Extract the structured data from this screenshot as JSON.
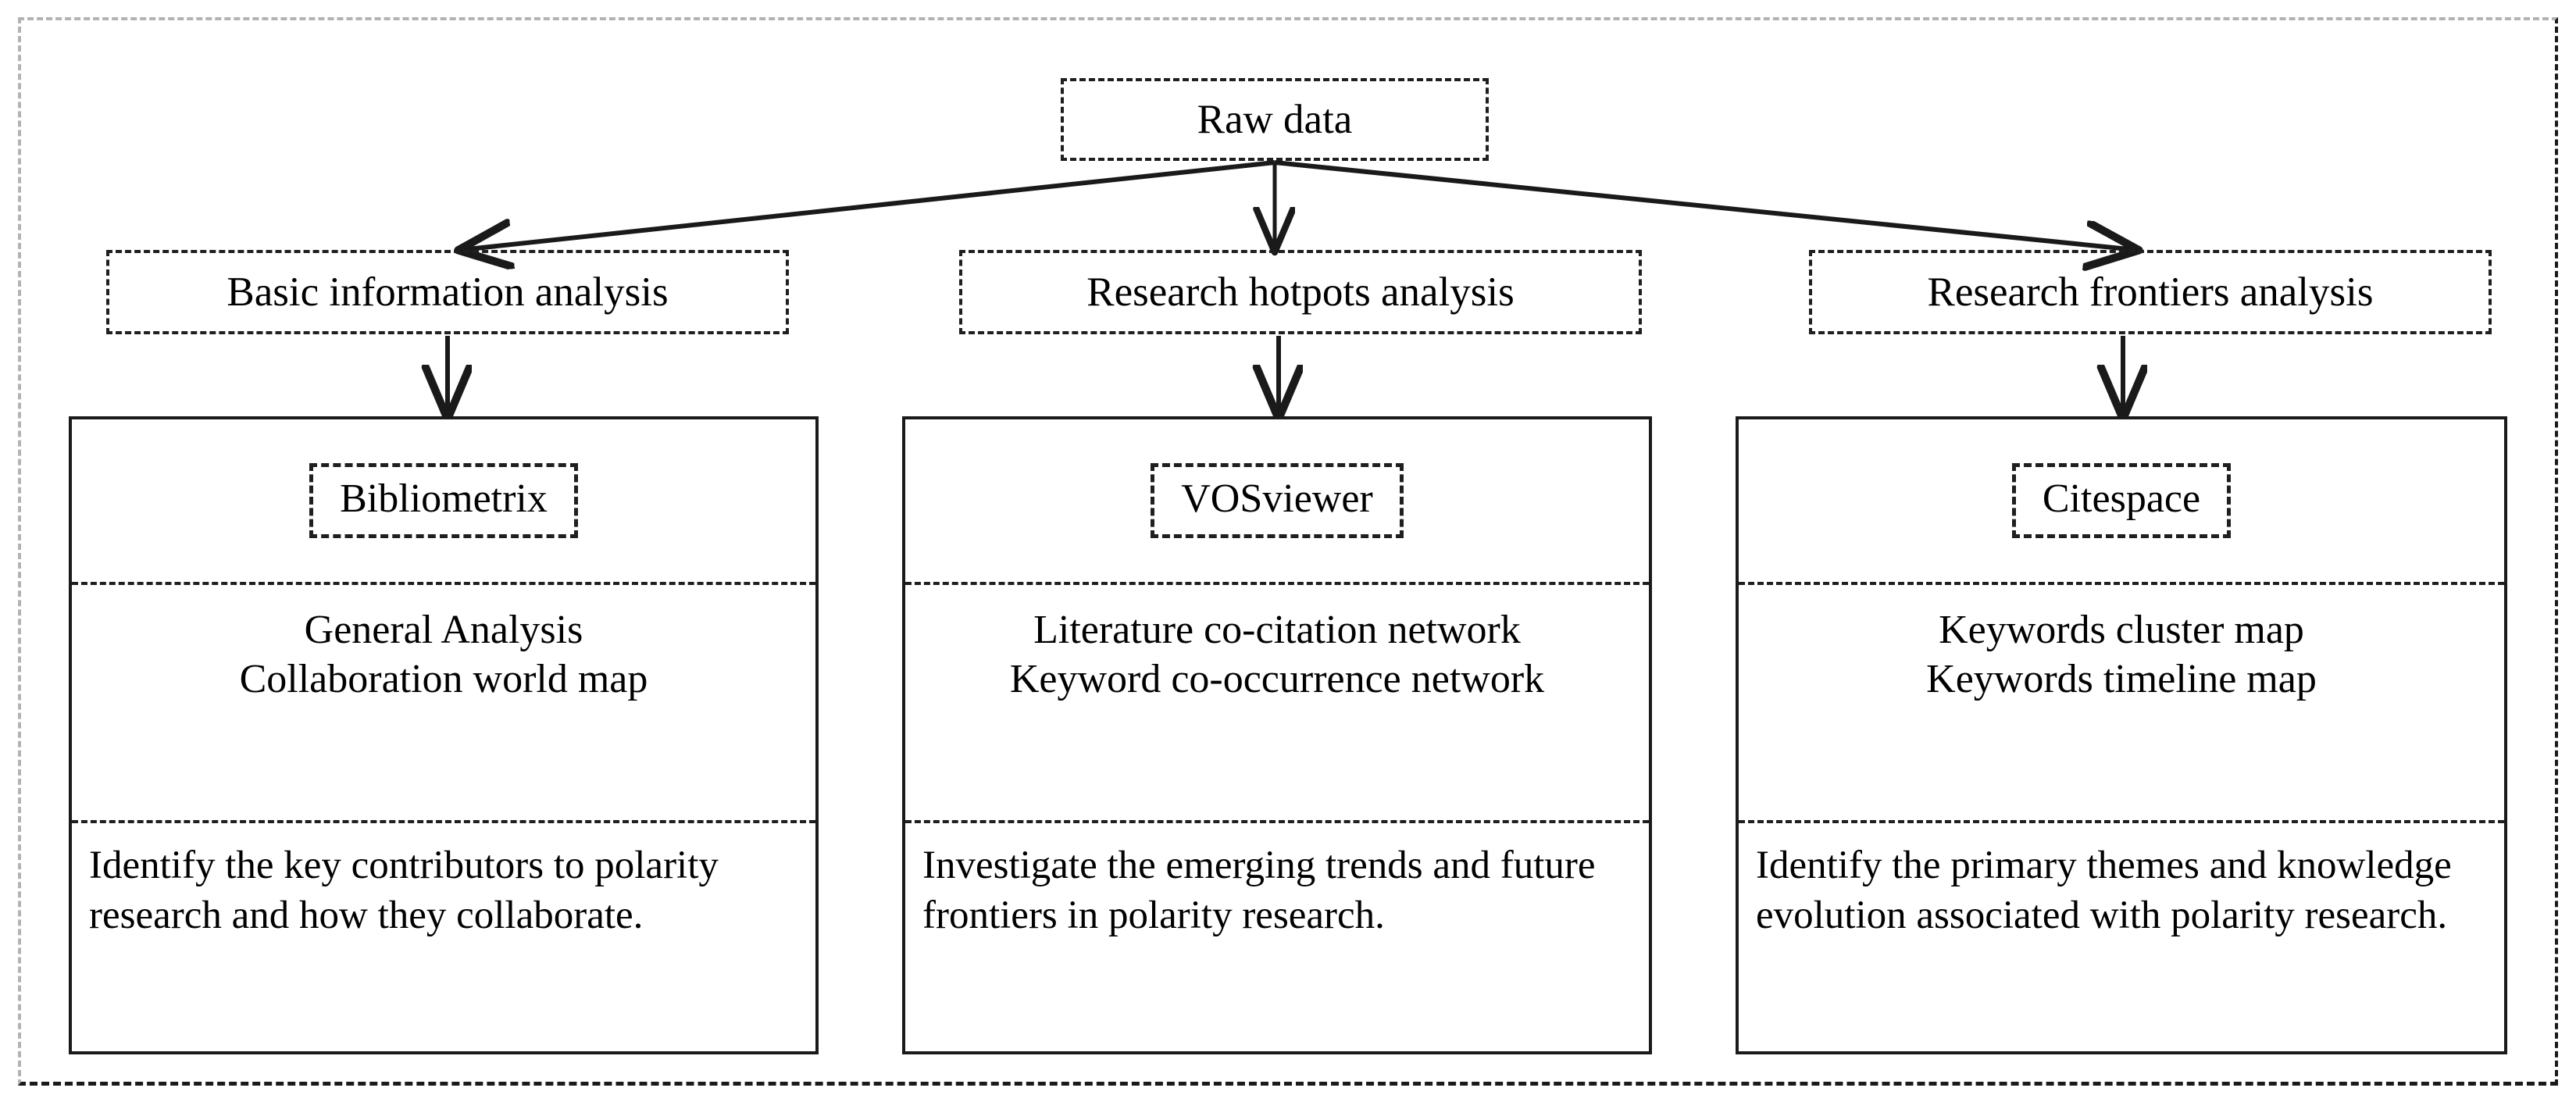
{
  "diagram": {
    "title_node": {
      "label": "Raw data"
    },
    "branches": [
      {
        "id": "basic",
        "label": "Basic information analysis"
      },
      {
        "id": "hotpots",
        "label": "Research hotpots analysis"
      },
      {
        "id": "frontiers",
        "label": "Research frontiers analysis"
      }
    ],
    "panels": [
      {
        "id": "left",
        "tool": "Bibliometrix",
        "outputs": [
          "General Analysis",
          "Collaboration world map"
        ],
        "goal": "Identify the key contributors to polarity research and how they collaborate."
      },
      {
        "id": "middle",
        "tool": "VOSviewer",
        "outputs": [
          "Literature co-citation network",
          "Keyword co-occurrence network"
        ],
        "goal": "Investigate the emerging trends and future frontiers in polarity research."
      },
      {
        "id": "right",
        "tool": "Citespace",
        "outputs": [
          "Keywords cluster map",
          "Keywords timeline map"
        ],
        "goal": "Identify the primary themes and knowledge evolution associated with polarity research."
      }
    ],
    "colors": {
      "stroke": "#1a1a1a",
      "frame": "#b3b3b3",
      "background": "#ffffff"
    }
  }
}
